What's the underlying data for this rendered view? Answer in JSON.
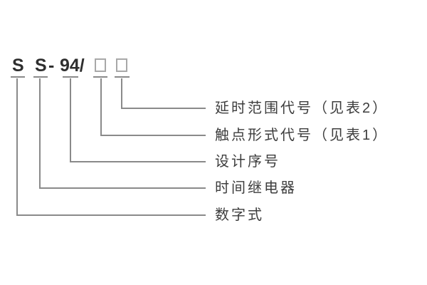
{
  "diagram_title": "SS-94 time relay model designation diagram",
  "model_code": {
    "part1": "S",
    "part2": "S",
    "separator": "-",
    "part3": "94/",
    "placeholder_count": 2,
    "placeholder_symbol": "□"
  },
  "labels": [
    {
      "id": "delay-range-code",
      "text": "延时范围代号（见表2）"
    },
    {
      "id": "contact-form-code",
      "text": "触点形式代号（见表1）"
    },
    {
      "id": "design-serial",
      "text": "设计序号"
    },
    {
      "id": "time-relay",
      "text": "时间继电器"
    },
    {
      "id": "digital-type",
      "text": "数字式"
    }
  ],
  "colors": {
    "background": "#ffffff",
    "line": "#8a8a8a",
    "code_text": "#2f2f2f",
    "label_text": "#3d3d3d",
    "box_border": "#a8a8a8"
  }
}
